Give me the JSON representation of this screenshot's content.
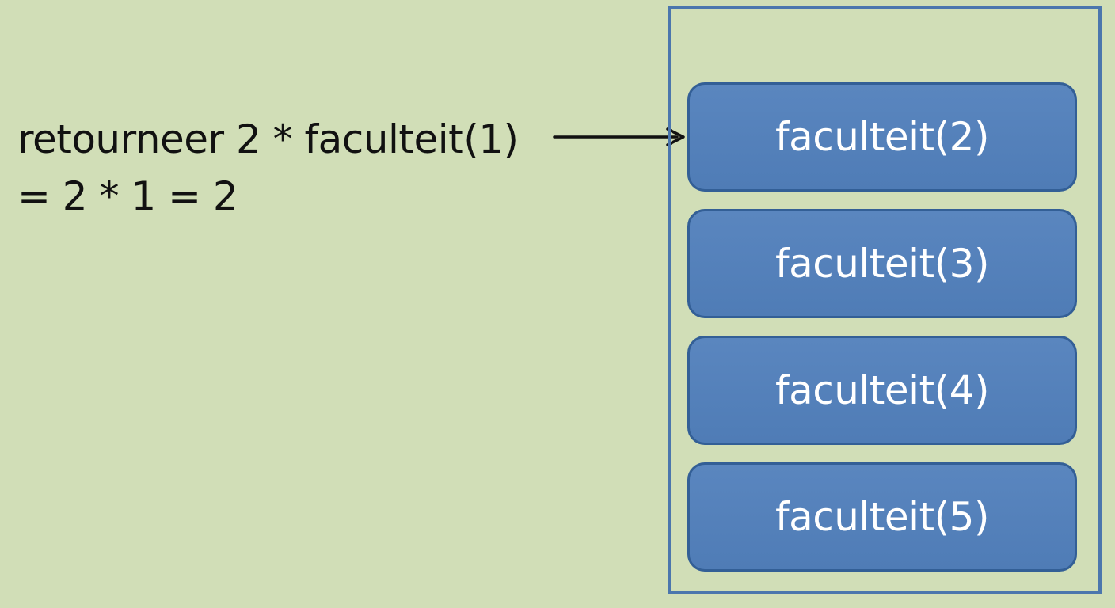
{
  "explanation": {
    "line1": "retourneer 2 * faculteit(1)",
    "line2": "= 2 * 1 = 2"
  },
  "stack": {
    "frames": [
      {
        "label": "faculteit(2)"
      },
      {
        "label": "faculteit(3)"
      },
      {
        "label": "faculteit(4)"
      },
      {
        "label": "faculteit(5)"
      }
    ]
  },
  "colors": {
    "background": "#d1deb7",
    "frame_fill": "#4f7cb6",
    "frame_border": "#335f96",
    "stack_border": "#4b76ad",
    "text": "#111111",
    "frame_text": "#ffffff"
  }
}
